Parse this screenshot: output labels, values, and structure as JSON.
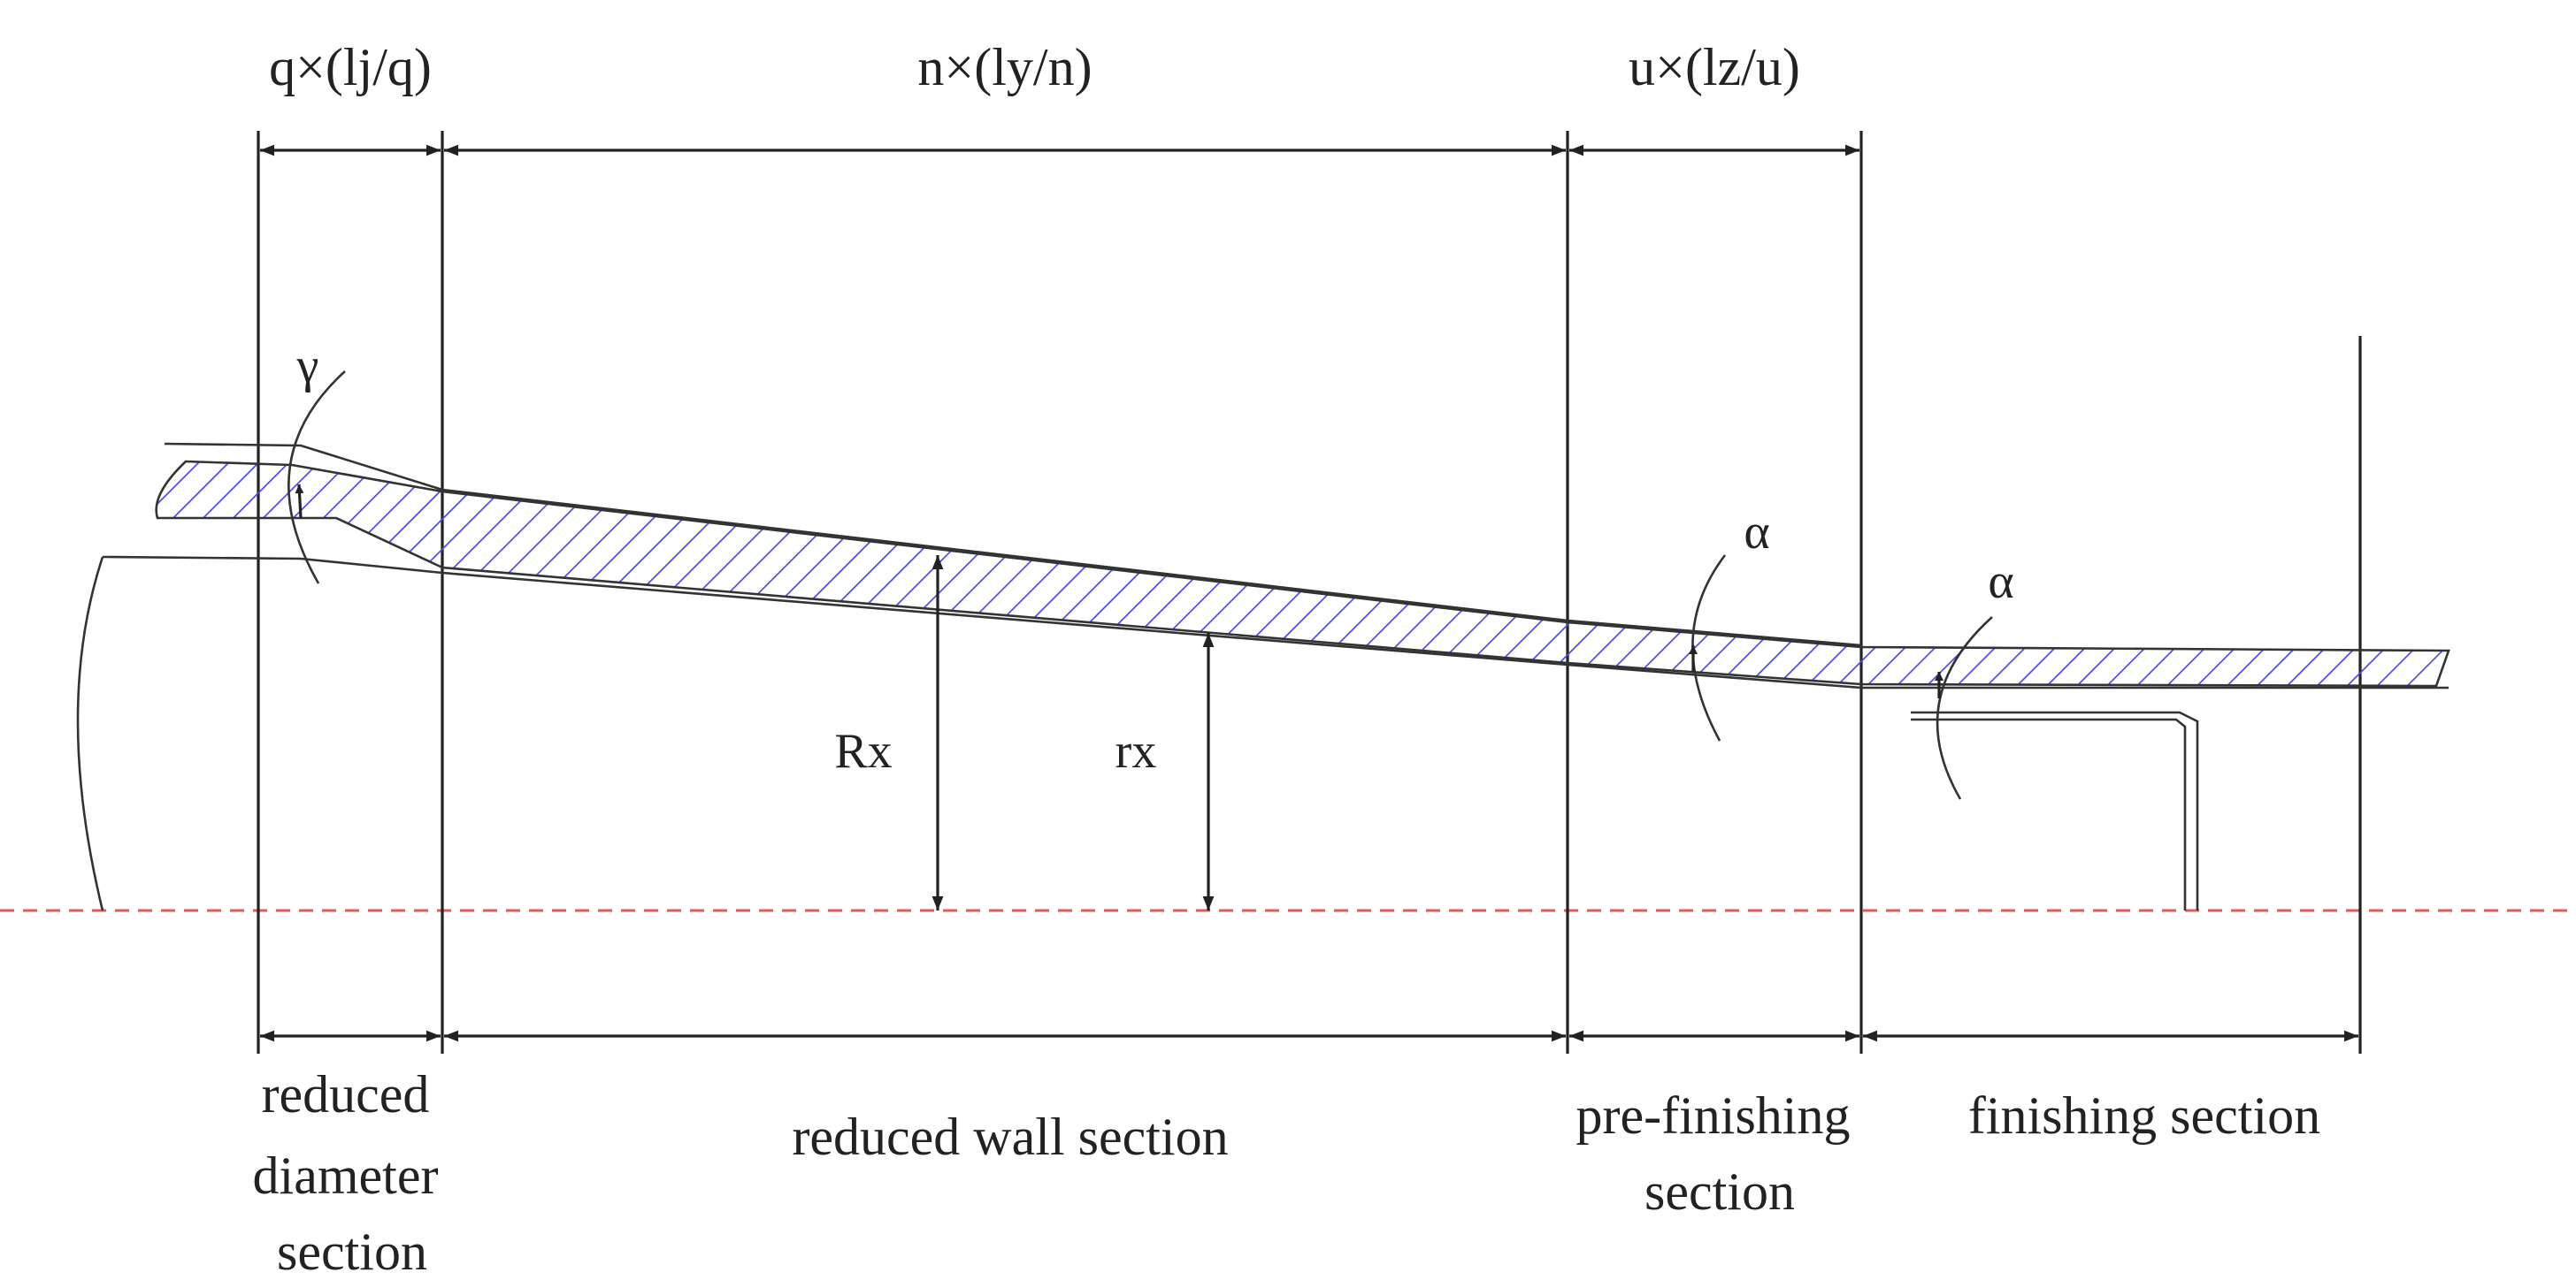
{
  "dimensions": {
    "reduced_diameter": "q×(lj/q)",
    "reduced_wall": "n×(ly/n)",
    "pre_finishing": "u×(lz/u)"
  },
  "sections": {
    "reduced_diameter": [
      "reduced",
      "diameter",
      "section"
    ],
    "reduced_wall": "reduced wall section",
    "pre_finishing": [
      "pre-finishing",
      "section"
    ],
    "finishing": "finishing section"
  },
  "symbols": {
    "gamma": "γ",
    "alpha": "α",
    "outer_radius": "Rx",
    "inner_radius": "rx"
  },
  "colors": {
    "hatch": "#4a4ae6",
    "axis": "#e05a5a",
    "line": "#222222"
  }
}
